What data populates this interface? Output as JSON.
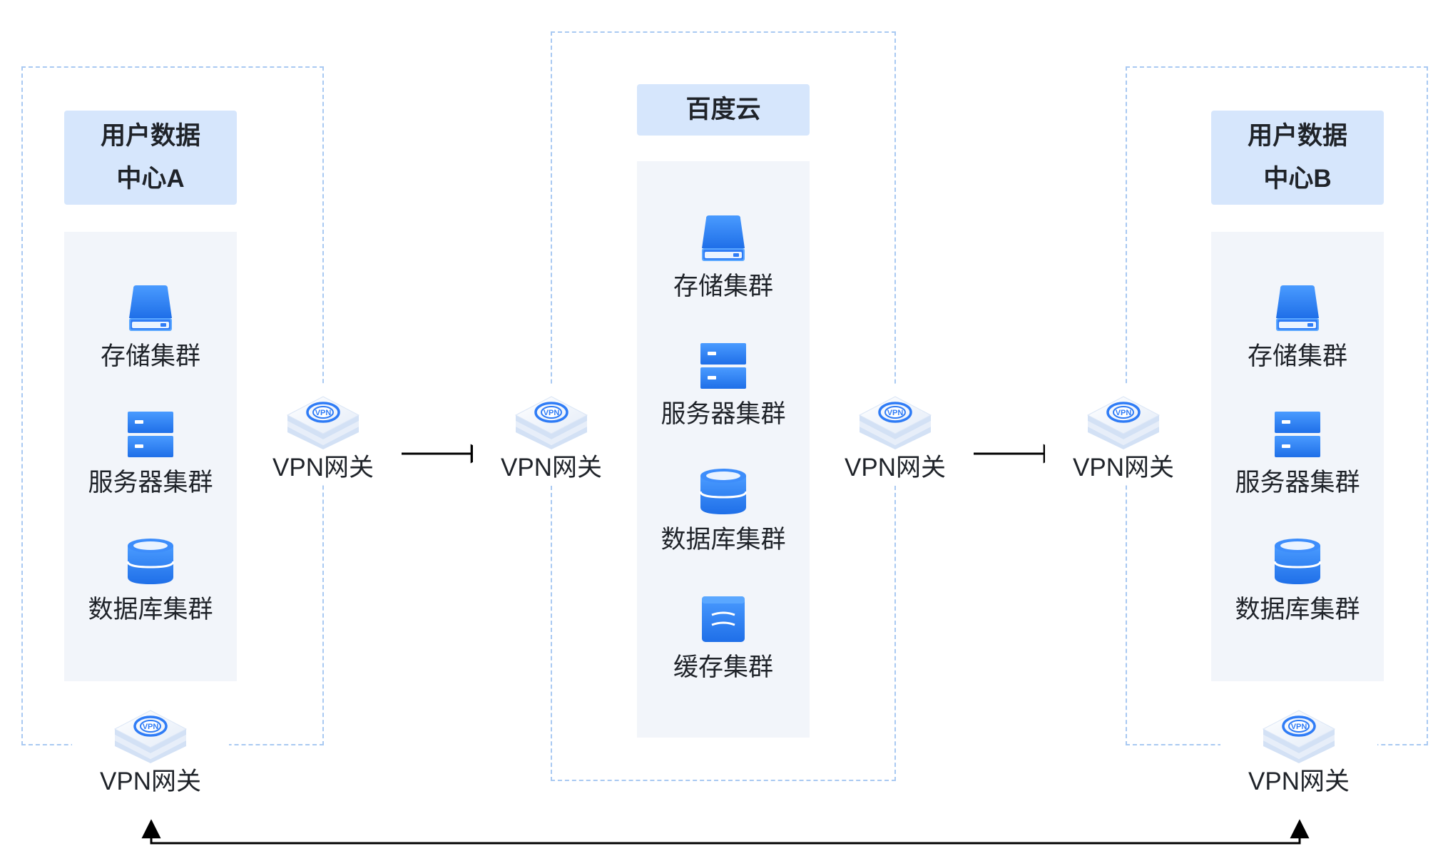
{
  "regions": {
    "left": {
      "title_line1": "用户数据",
      "title_line2": "中心A"
    },
    "center": {
      "title": "百度云"
    },
    "right": {
      "title_line1": "用户数据",
      "title_line2": "中心B"
    }
  },
  "services": {
    "storage": "存储集群",
    "server": "服务器集群",
    "database": "数据库集群",
    "cache": "缓存集群"
  },
  "gateway": {
    "label": "VPN网关",
    "badge": "VPN"
  },
  "icons": [
    "storage-icon",
    "server-icon",
    "database-icon",
    "cache-icon",
    "vpn-gateway-icon"
  ],
  "colors": {
    "region_border": "#a9c9f2",
    "title_fill": "#d6e6fc",
    "panel_fill": "#f2f5fa",
    "icon_blue": "#2f7cf6",
    "arrow": "#000000"
  }
}
